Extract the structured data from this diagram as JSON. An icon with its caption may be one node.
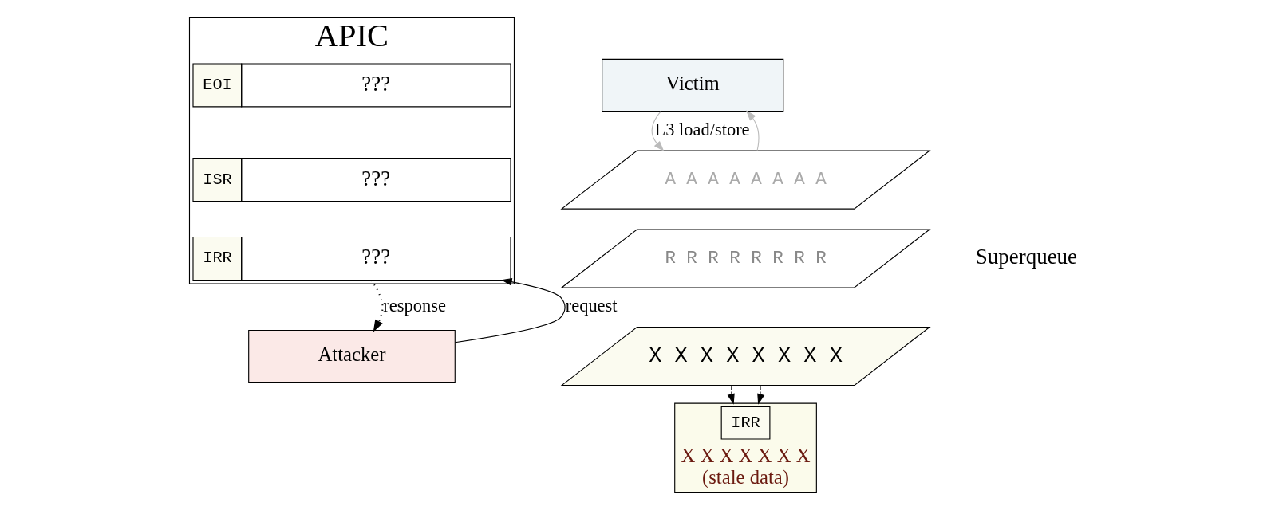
{
  "diagram": {
    "nodes": [
      {
        "text": [
          "APIC"
        ]
      },
      {
        "text": [
          "EOI",
          "???"
        ],
        "in": 0
      },
      {
        "text": [
          "ISR",
          "???"
        ],
        "in": 0
      },
      {
        "text": [
          "IRR",
          "???"
        ],
        "in": 0
      },
      {
        "text": [
          "Attacker"
        ]
      },
      {
        "text": [
          "Victim"
        ]
      },
      {
        "text": [
          "A A A A A A A A"
        ]
      },
      {
        "text": [
          "R R R R R R R R"
        ]
      },
      {
        "text": [
          "X X X X X X X X"
        ]
      },
      {
        "text": [
          "X X X X X X X",
          "(stale data)"
        ]
      },
      {
        "text": [
          "IRR"
        ],
        "in": 9
      }
    ],
    "edges": [
      {
        "from": 4,
        "to": 3,
        "arrow": "to",
        "label": "request"
      },
      {
        "from": 5,
        "to": 6,
        "arrow": "to",
        "color": "#bbbbbb",
        "label": "L3 load/store"
      },
      {
        "from": 6,
        "to": 5,
        "arrow": "to",
        "color": "#bbbbbb"
      },
      {
        "from": 8,
        "to": 9,
        "arrow": "to",
        "style": "dashed"
      },
      {
        "from": 8,
        "to": 9,
        "arrow": "to",
        "style": "dashed"
      },
      {
        "from": 3,
        "to": 4,
        "arrow": "to",
        "style": "dashed",
        "label": "response"
      }
    ],
    "labels": [
      "Superqueue"
    ]
  }
}
